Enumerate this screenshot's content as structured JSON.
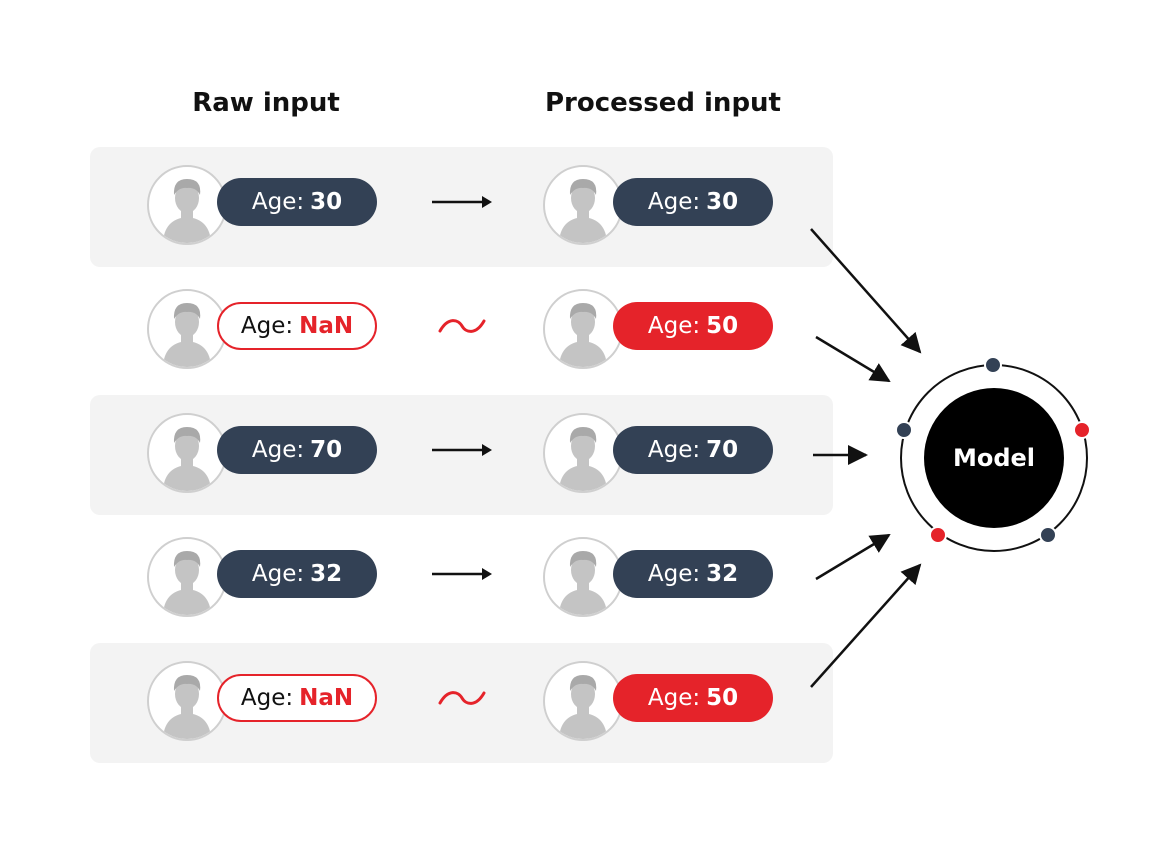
{
  "headers": {
    "raw": "Raw input",
    "processed": "Processed input"
  },
  "rows": [
    {
      "raw": {
        "label": "Age:",
        "value": "30"
      },
      "op": "arrow",
      "processed": {
        "label": "Age:",
        "value": "30"
      }
    },
    {
      "raw": {
        "label": "Age:",
        "value": "NaN"
      },
      "op": "tilde",
      "processed": {
        "label": "Age:",
        "value": "50"
      }
    },
    {
      "raw": {
        "label": "Age:",
        "value": "70"
      },
      "op": "arrow",
      "processed": {
        "label": "Age:",
        "value": "70"
      }
    },
    {
      "raw": {
        "label": "Age:",
        "value": "32"
      },
      "op": "arrow",
      "processed": {
        "label": "Age:",
        "value": "32"
      }
    },
    {
      "raw": {
        "label": "Age:",
        "value": "NaN"
      },
      "op": "tilde",
      "processed": {
        "label": "Age:",
        "value": "50"
      }
    }
  ],
  "model": {
    "label": "Model"
  },
  "icons": {
    "avatar": "user-avatar-icon",
    "arrow": "arrow-right-icon",
    "tilde": "tilde-icon"
  },
  "colors": {
    "dark": "#334155",
    "red": "#e5232a",
    "band": "#f3f3f3",
    "model": "#000000",
    "avatar_border": "#cfcfcf",
    "avatar_fill": "#c4c4c4"
  }
}
